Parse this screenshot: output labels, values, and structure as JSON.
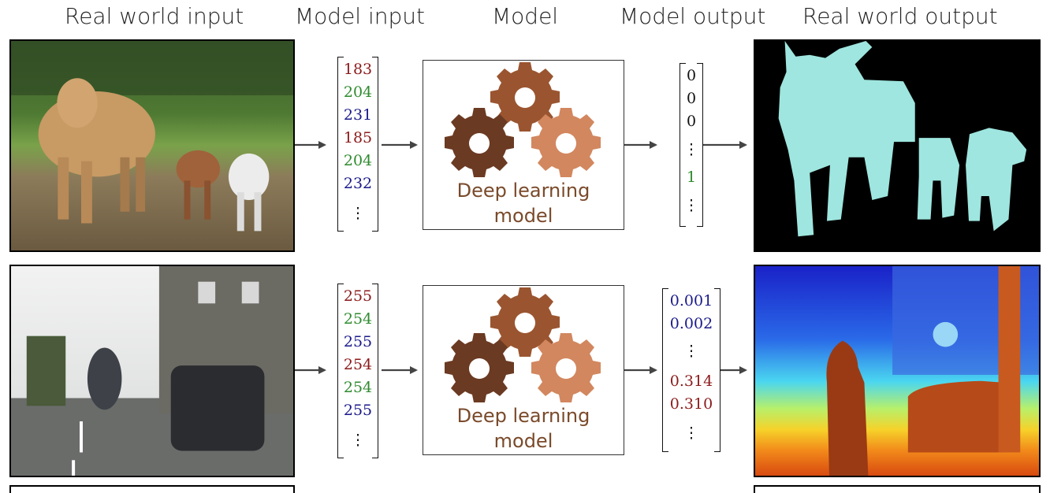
{
  "headers": {
    "real_world_input": "Real world input",
    "model_input": "Model input",
    "model": "Model",
    "model_output": "Model output",
    "real_world_output": "Real world output"
  },
  "rows": [
    {
      "label": ")",
      "input_vector": [
        "183",
        "204",
        "231",
        "185",
        "204",
        "232",
        "⋮"
      ],
      "input_colors": [
        "#8b1a1a",
        "#2e8b2e",
        "#1a1a8b",
        "#8b1a1a",
        "#2e8b2e",
        "#1a1a8b",
        "#111111"
      ],
      "model_caption_line1": "Deep learning",
      "model_caption_line2": "model",
      "output_vector": [
        "0",
        "0",
        "0",
        "⋮",
        "1",
        "⋮"
      ],
      "output_colors": [
        "#111111",
        "#111111",
        "#111111",
        "#111111",
        "#2e8b2e",
        "#111111"
      ]
    },
    {
      "label": ")",
      "input_vector": [
        "255",
        "254",
        "255",
        "254",
        "254",
        "255",
        "⋮"
      ],
      "input_colors": [
        "#8b1a1a",
        "#2e8b2e",
        "#1a1a8b",
        "#8b1a1a",
        "#2e8b2e",
        "#1a1a8b",
        "#111111"
      ],
      "model_caption_line1": "Deep learning",
      "model_caption_line2": "model",
      "output_vector": [
        "0.001",
        "0.002",
        "⋮",
        "0.314",
        "0.310",
        "⋮"
      ],
      "output_colors": [
        "#1a1a8b",
        "#1a1a8b",
        "#111111",
        "#8b1a1a",
        "#8b1a1a",
        "#111111"
      ]
    }
  ],
  "colors": {
    "gear_dark": "#6b3a22",
    "gear_mid": "#9a5530",
    "gear_light": "#d2875f",
    "segmentation_fg": "#9ee6df",
    "arrow": "#444444"
  }
}
